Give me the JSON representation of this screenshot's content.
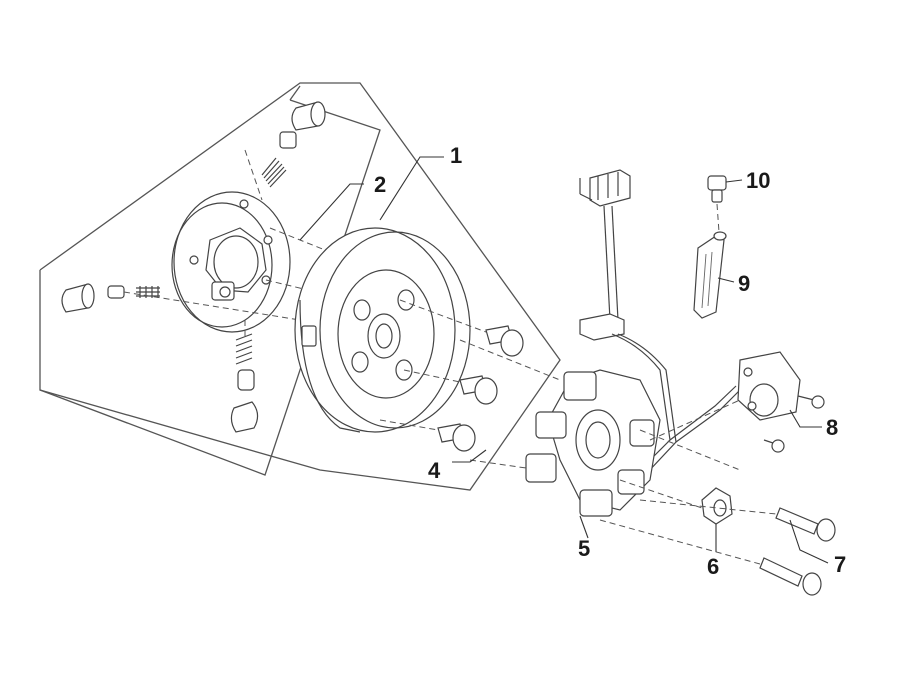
{
  "callouts": {
    "p1": "1",
    "p2": "2",
    "p4": "4",
    "p5": "5",
    "p6": "6",
    "p7": "7",
    "p8": "8",
    "p9": "9",
    "p10": "10"
  }
}
